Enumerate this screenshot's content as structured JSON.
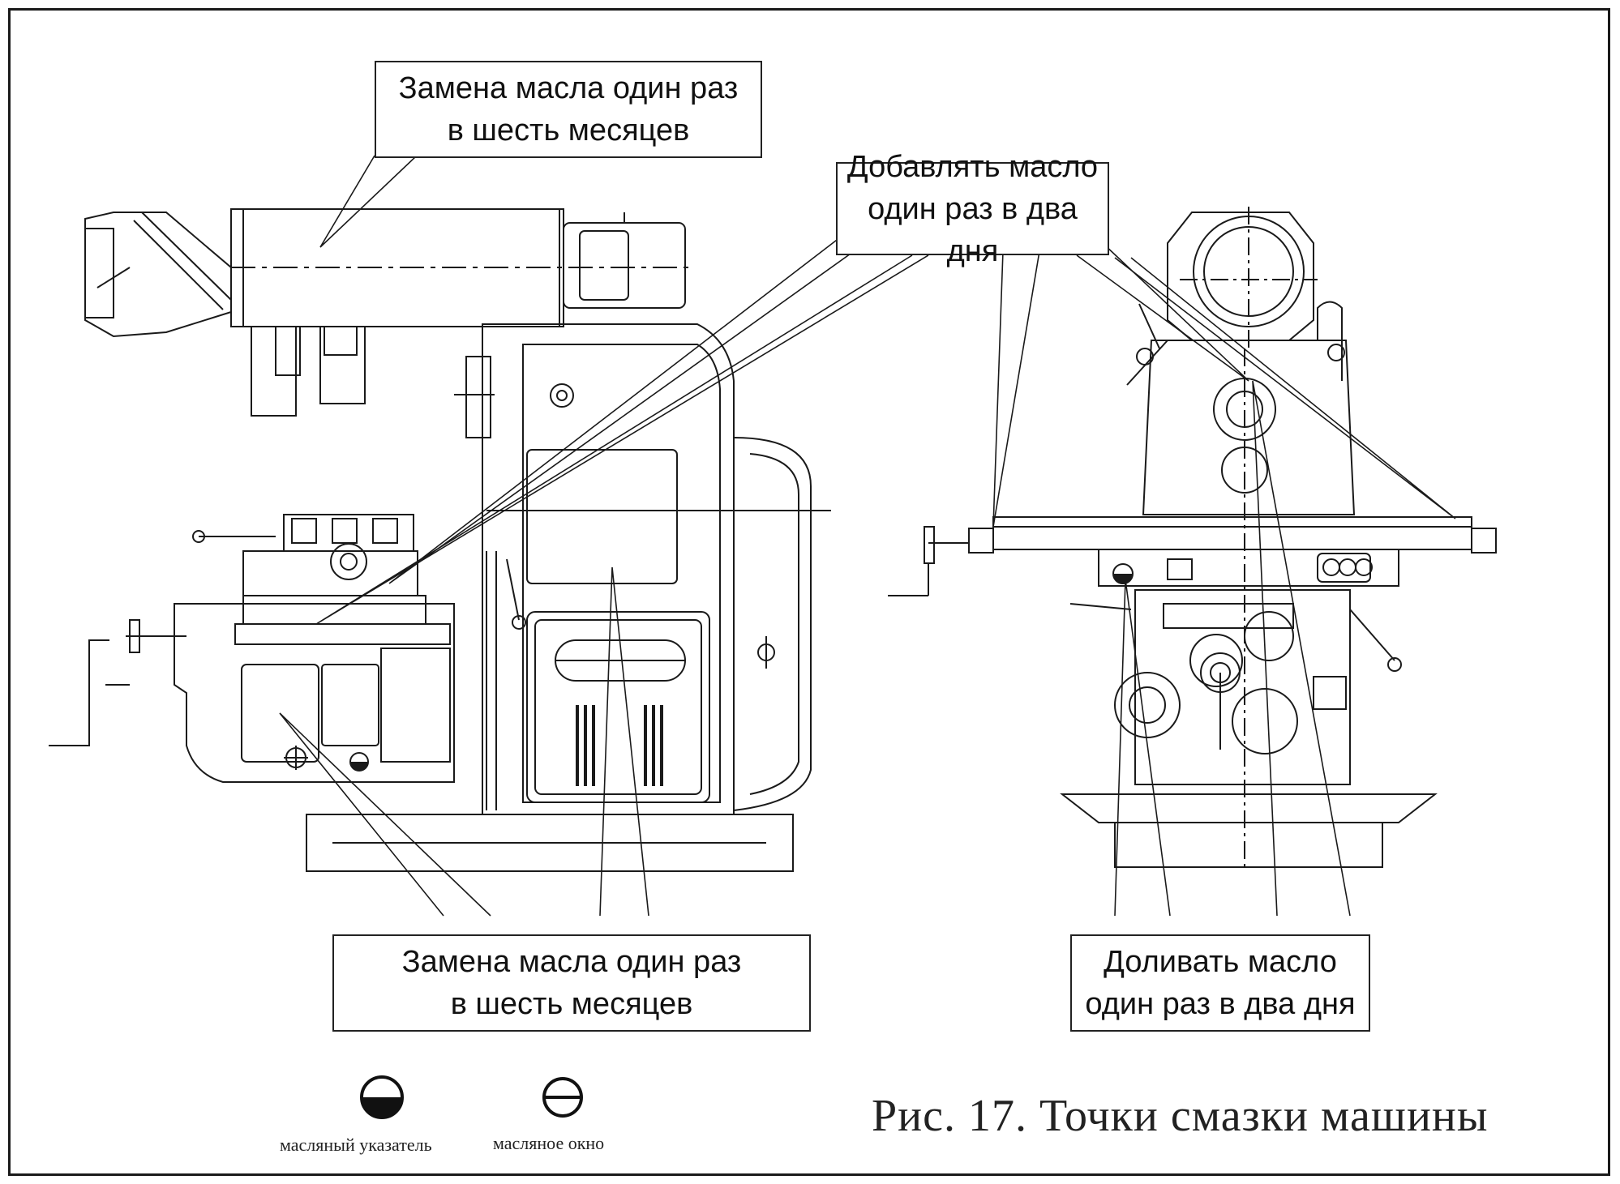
{
  "callouts": {
    "top_left": {
      "line1": "Замена масла один раз",
      "line2": "в шесть месяцев"
    },
    "top_right": {
      "line1": "Добавлять масло",
      "line2": "один раз в два дня"
    },
    "bottom_left": {
      "line1": "Замена масла один раз",
      "line2": "в шесть месяцев"
    },
    "bottom_right": {
      "line1": "Доливать масло",
      "line2": "один раз в два дня"
    }
  },
  "legend": {
    "oil_indicator": {
      "label": "масляный указатель",
      "icon": "half-filled-circle-icon"
    },
    "oil_window": {
      "label": "масляное окно",
      "icon": "circle-with-bar-icon"
    }
  },
  "caption": "Рис. 17. Точки смазки машины",
  "colors": {
    "line": "#1a1a1a",
    "background": "#ffffff"
  }
}
